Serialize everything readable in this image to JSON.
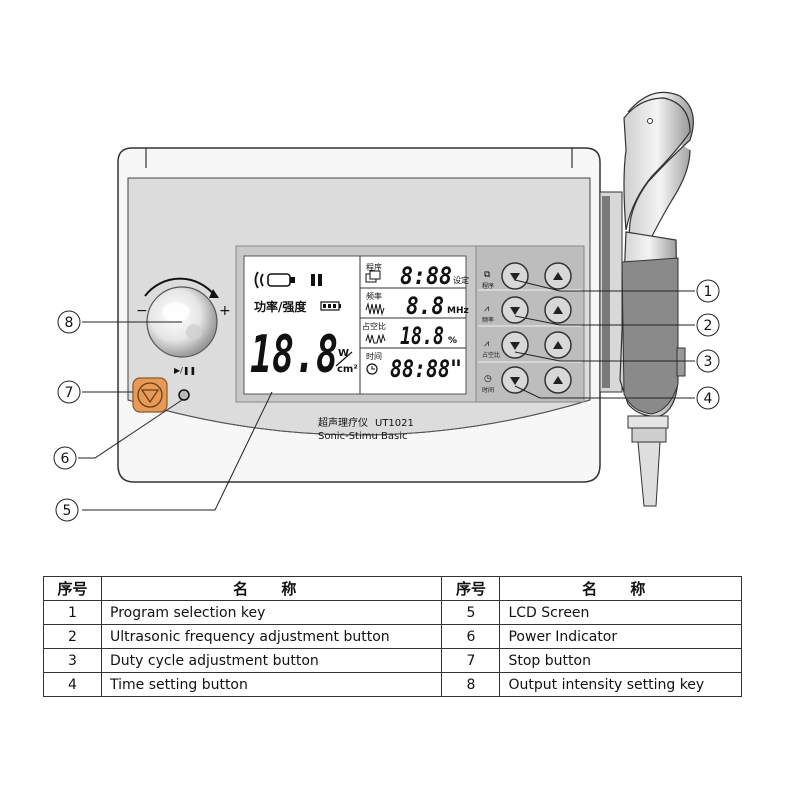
{
  "device": {
    "name_cn": "超声理疗仪",
    "model": "UT1021",
    "name_en": "Sonic-Stimu Basic",
    "knob_minus": "−",
    "knob_plus": "+",
    "play_pause": "▶/❚❚"
  },
  "lcd": {
    "power_intensity_label": "功率/强度",
    "power_value": "18.8",
    "power_unit_top": "W",
    "power_unit_bottom": "cm²",
    "program_label": "程序",
    "program_value": "8:88",
    "program_suffix": "设定",
    "frequency_label": "频率",
    "frequency_value": "8.8",
    "frequency_unit": "MHz",
    "duty_label": "占空比",
    "duty_value": "18.8",
    "duty_unit": "%",
    "time_label": "时间",
    "time_value": "88:88\""
  },
  "keypad": {
    "rows": [
      {
        "label": "程序"
      },
      {
        "label": "频率"
      },
      {
        "label": "占空比"
      },
      {
        "label": "时间"
      }
    ]
  },
  "callouts": [
    "1",
    "2",
    "3",
    "4",
    "5",
    "6",
    "7",
    "8"
  ],
  "legend": {
    "header_num": "序号",
    "header_name": "名 称",
    "rows": [
      {
        "n1": "1",
        "name1": "Program selection key",
        "n2": "5",
        "name2": "LCD Screen"
      },
      {
        "n1": "2",
        "name1": "Ultrasonic frequency adjustment button",
        "n2": "6",
        "name2": "Power Indicator"
      },
      {
        "n1": "3",
        "name1": "Duty cycle adjustment button",
        "n2": "7",
        "name2": "Stop button"
      },
      {
        "n1": "4",
        "name1": "Time setting button",
        "n2": "8",
        "name2": "Output intensity setting key"
      }
    ]
  }
}
